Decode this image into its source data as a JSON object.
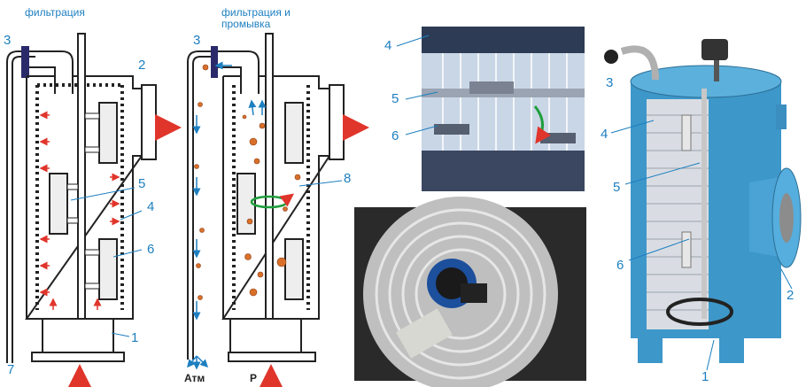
{
  "captions": {
    "left": "фильтрация",
    "middle_line1": "фильтрация и",
    "middle_line2": "промывка"
  },
  "outlet_labels": {
    "atm": "Атм",
    "p": "P"
  },
  "callouts": {
    "left": [
      "3",
      "2",
      "5",
      "4",
      "6",
      "1",
      "7"
    ],
    "middle": [
      "3",
      "8"
    ],
    "top_photo": [
      "4",
      "5",
      "6"
    ],
    "right": [
      "3",
      "4",
      "5",
      "6",
      "2",
      "1"
    ]
  },
  "colors": {
    "label_blue": "#1d7fc0",
    "flow_red": "#e0352b",
    "particle_orange": "#d9702a",
    "vessel_blue": "#3d97c9"
  }
}
